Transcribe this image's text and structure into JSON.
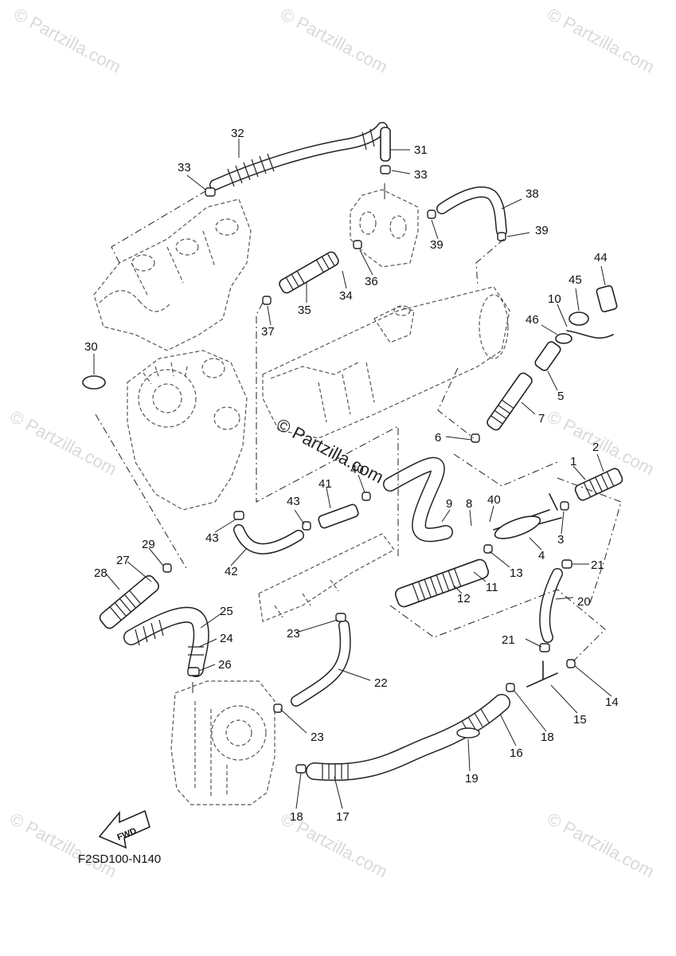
{
  "watermark": {
    "text": "© Partzilla.com"
  },
  "center_watermark": {
    "text": "© Partzilla.com"
  },
  "diagram_code": "F2SD100-N140",
  "fwd_label": "FWD",
  "callouts": [
    "1",
    "2",
    "3",
    "4",
    "5",
    "6",
    "7",
    "8",
    "9",
    "10",
    "11",
    "12",
    "13",
    "14",
    "15",
    "16",
    "17",
    "18",
    "19",
    "20",
    "21",
    "22",
    "23",
    "24",
    "25",
    "26",
    "27",
    "28",
    "29",
    "30",
    "31",
    "32",
    "33",
    "34",
    "35",
    "36",
    "37",
    "38",
    "39",
    "40",
    "41",
    "42",
    "43",
    "44",
    "45",
    "46"
  ]
}
